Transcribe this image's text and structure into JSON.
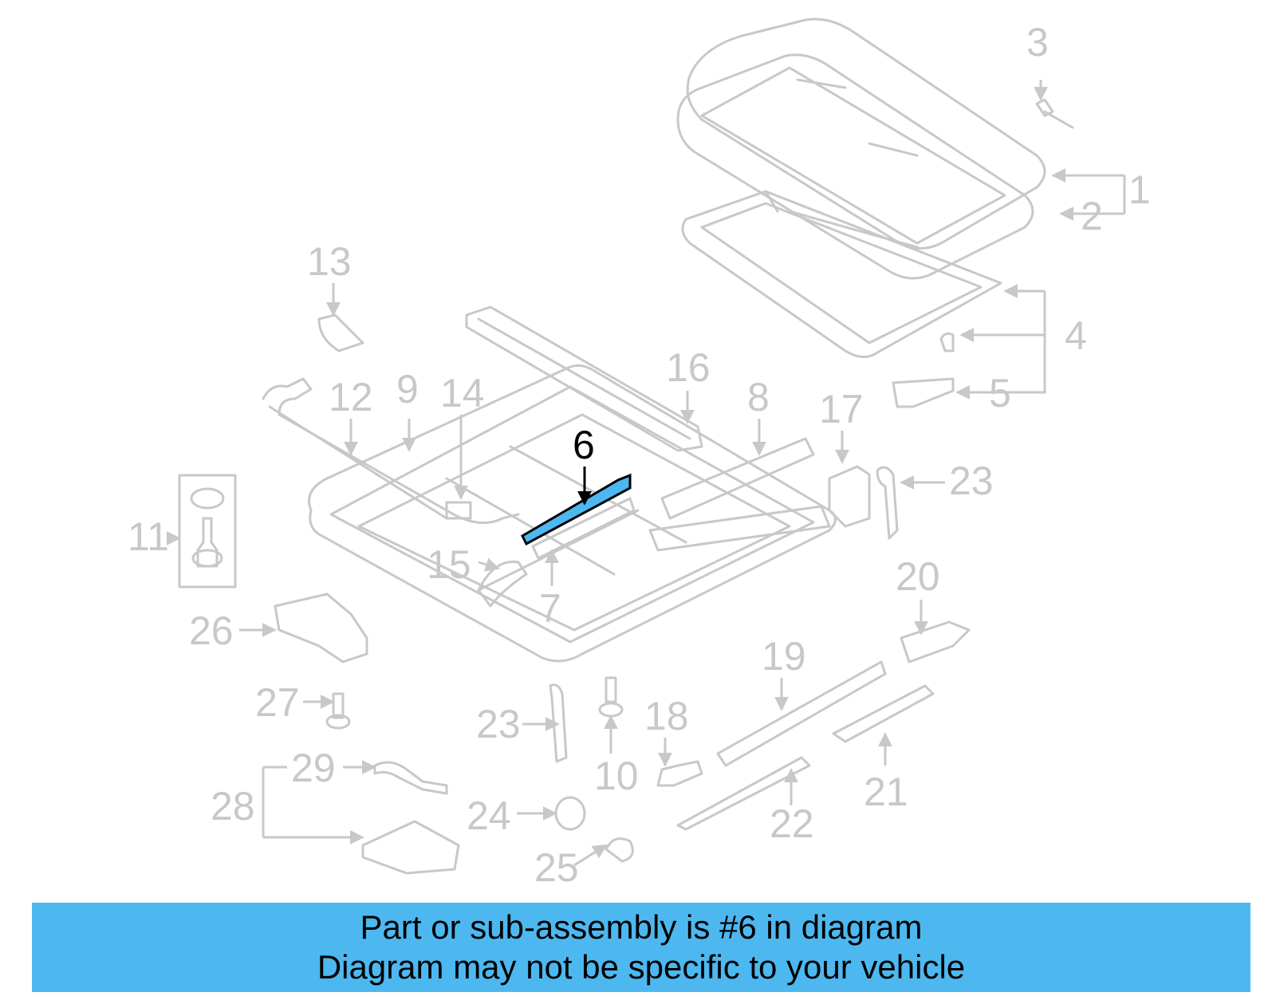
{
  "diagram": {
    "highlighted_part": "6",
    "highlight_color": "#4db8f0",
    "part_stroke_color": "#c8c8c8",
    "callouts": [
      "1",
      "2",
      "3",
      "4",
      "5",
      "6",
      "7",
      "8",
      "9",
      "10",
      "11",
      "12",
      "13",
      "14",
      "15",
      "16",
      "17",
      "18",
      "19",
      "20",
      "21",
      "22",
      "23",
      "23",
      "24",
      "25",
      "26",
      "27",
      "28",
      "29"
    ]
  },
  "banner": {
    "line1": "Part or sub-assembly is #6 in diagram",
    "line2": "Diagram may not be specific to your vehicle",
    "background_color": "#4db8f0"
  }
}
